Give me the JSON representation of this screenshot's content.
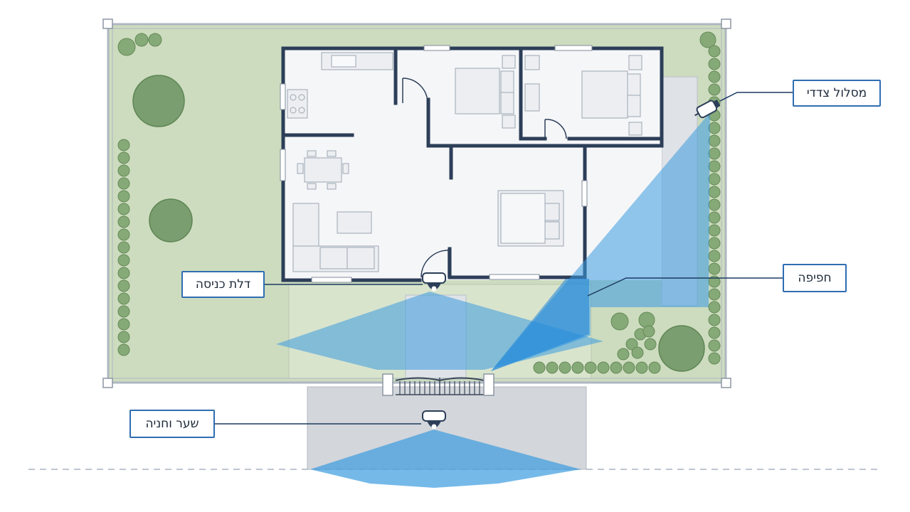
{
  "labels": {
    "side_path": "מסלול צדדי",
    "entry_door": "דלת כניסה",
    "overlap": "חפיפה",
    "gate_parking": "שער וחניה"
  },
  "colors": {
    "lawn": "#cddcbf",
    "wall": "#2c3e58",
    "floor": "#f5f6f8",
    "coverage": "#3b9be0",
    "callout_border": "#2f6db2",
    "hedge": "#86a978",
    "tree": "#7a9e6f",
    "driveway": "#d3d6db",
    "path": "#e2e4e8"
  },
  "cameras": [
    {
      "id": "entry-door-camera",
      "icon": "dome-camera-icon"
    },
    {
      "id": "gate-parking-camera",
      "icon": "dome-camera-icon"
    },
    {
      "id": "side-path-camera",
      "icon": "bullet-camera-icon"
    }
  ]
}
